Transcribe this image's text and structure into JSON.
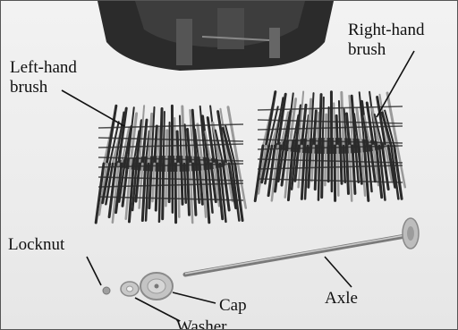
{
  "labels": {
    "left_brush_line1": "Left-hand",
    "left_brush_line2": "brush",
    "right_brush_line1": "Right-hand",
    "right_brush_line2": "brush",
    "locknut": "Locknut",
    "washer": "Washer",
    "cap": "Cap",
    "axle": "Axle"
  },
  "colors": {
    "bristle_dark": "#2a2a2a",
    "bristle_light": "#9a9a9a",
    "housing": "#2b2b2b",
    "metal": "#bdbdbd"
  }
}
